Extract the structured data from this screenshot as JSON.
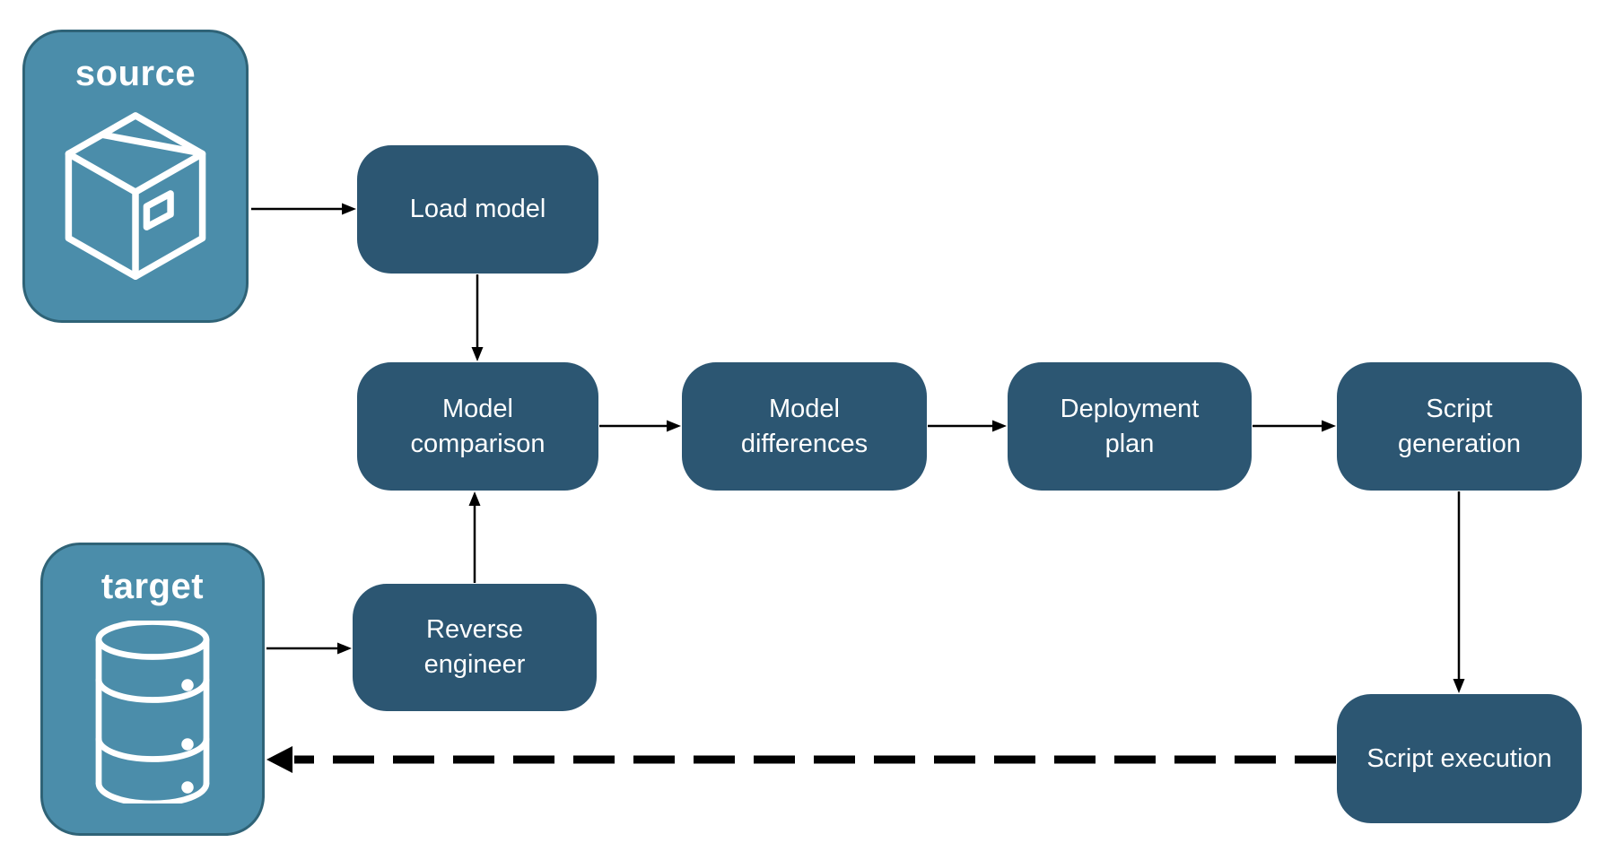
{
  "colors": {
    "background": "#ffffff",
    "endpoint_fill": "#4b8daa",
    "endpoint_border": "#2f6377",
    "step_fill": "#2c5672",
    "label_text": "#ffffff",
    "connector": "#000000"
  },
  "endpoints": {
    "source": {
      "label": "source",
      "icon": "package-icon"
    },
    "target": {
      "label": "target",
      "icon": "database-icon"
    }
  },
  "steps": {
    "load_model": {
      "label": "Load model"
    },
    "model_comparison": {
      "label": "Model comparison"
    },
    "model_differences": {
      "label": "Model differences"
    },
    "deployment_plan": {
      "label": "Deployment plan"
    },
    "script_generation": {
      "label": "Script generation"
    },
    "reverse_engineer": {
      "label": "Reverse engineer"
    },
    "script_execution": {
      "label": "Script execution"
    }
  },
  "flows": [
    {
      "from": "source",
      "to": "load_model",
      "style": "solid"
    },
    {
      "from": "load_model",
      "to": "model_comparison",
      "style": "solid"
    },
    {
      "from": "model_comparison",
      "to": "model_differences",
      "style": "solid"
    },
    {
      "from": "model_differences",
      "to": "deployment_plan",
      "style": "solid"
    },
    {
      "from": "deployment_plan",
      "to": "script_generation",
      "style": "solid"
    },
    {
      "from": "script_generation",
      "to": "script_execution",
      "style": "solid"
    },
    {
      "from": "target",
      "to": "reverse_engineer",
      "style": "solid"
    },
    {
      "from": "reverse_engineer",
      "to": "model_comparison",
      "style": "solid"
    },
    {
      "from": "script_execution",
      "to": "target",
      "style": "dashed"
    }
  ]
}
